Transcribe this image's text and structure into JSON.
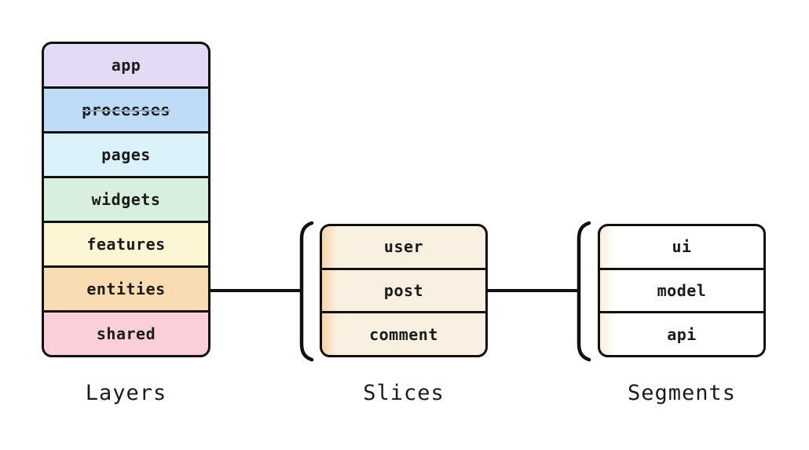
{
  "colors": {
    "background": "#ffffff",
    "border": "#111111",
    "text": "#1b1b1b",
    "strikethrough": "#9aa8b6",
    "slices_stripe": "#f5d5a8",
    "slices_fill": "#faf0e2",
    "segments_stripe": "#fbeedd",
    "segments_fill": "#ffffff"
  },
  "columns": [
    {
      "label": "Layers",
      "rows": [
        {
          "text": "app",
          "bg": "#e5daf5",
          "strikethrough": false
        },
        {
          "text": "processes",
          "bg": "#bedcf7",
          "strikethrough": true
        },
        {
          "text": "pages",
          "bg": "#dcf2fb",
          "strikethrough": false
        },
        {
          "text": "widgets",
          "bg": "#d9efde",
          "strikethrough": false
        },
        {
          "text": "features",
          "bg": "#fdf6d5",
          "strikethrough": false
        },
        {
          "text": "entities",
          "bg": "#f9dcb2",
          "strikethrough": false
        },
        {
          "text": "shared",
          "bg": "#fbcfd7",
          "strikethrough": false
        }
      ]
    },
    {
      "label": "Slices",
      "rows": [
        {
          "text": "user"
        },
        {
          "text": "post"
        },
        {
          "text": "comment"
        }
      ]
    },
    {
      "label": "Segments",
      "rows": [
        {
          "text": "ui"
        },
        {
          "text": "model"
        },
        {
          "text": "api"
        }
      ]
    }
  ]
}
